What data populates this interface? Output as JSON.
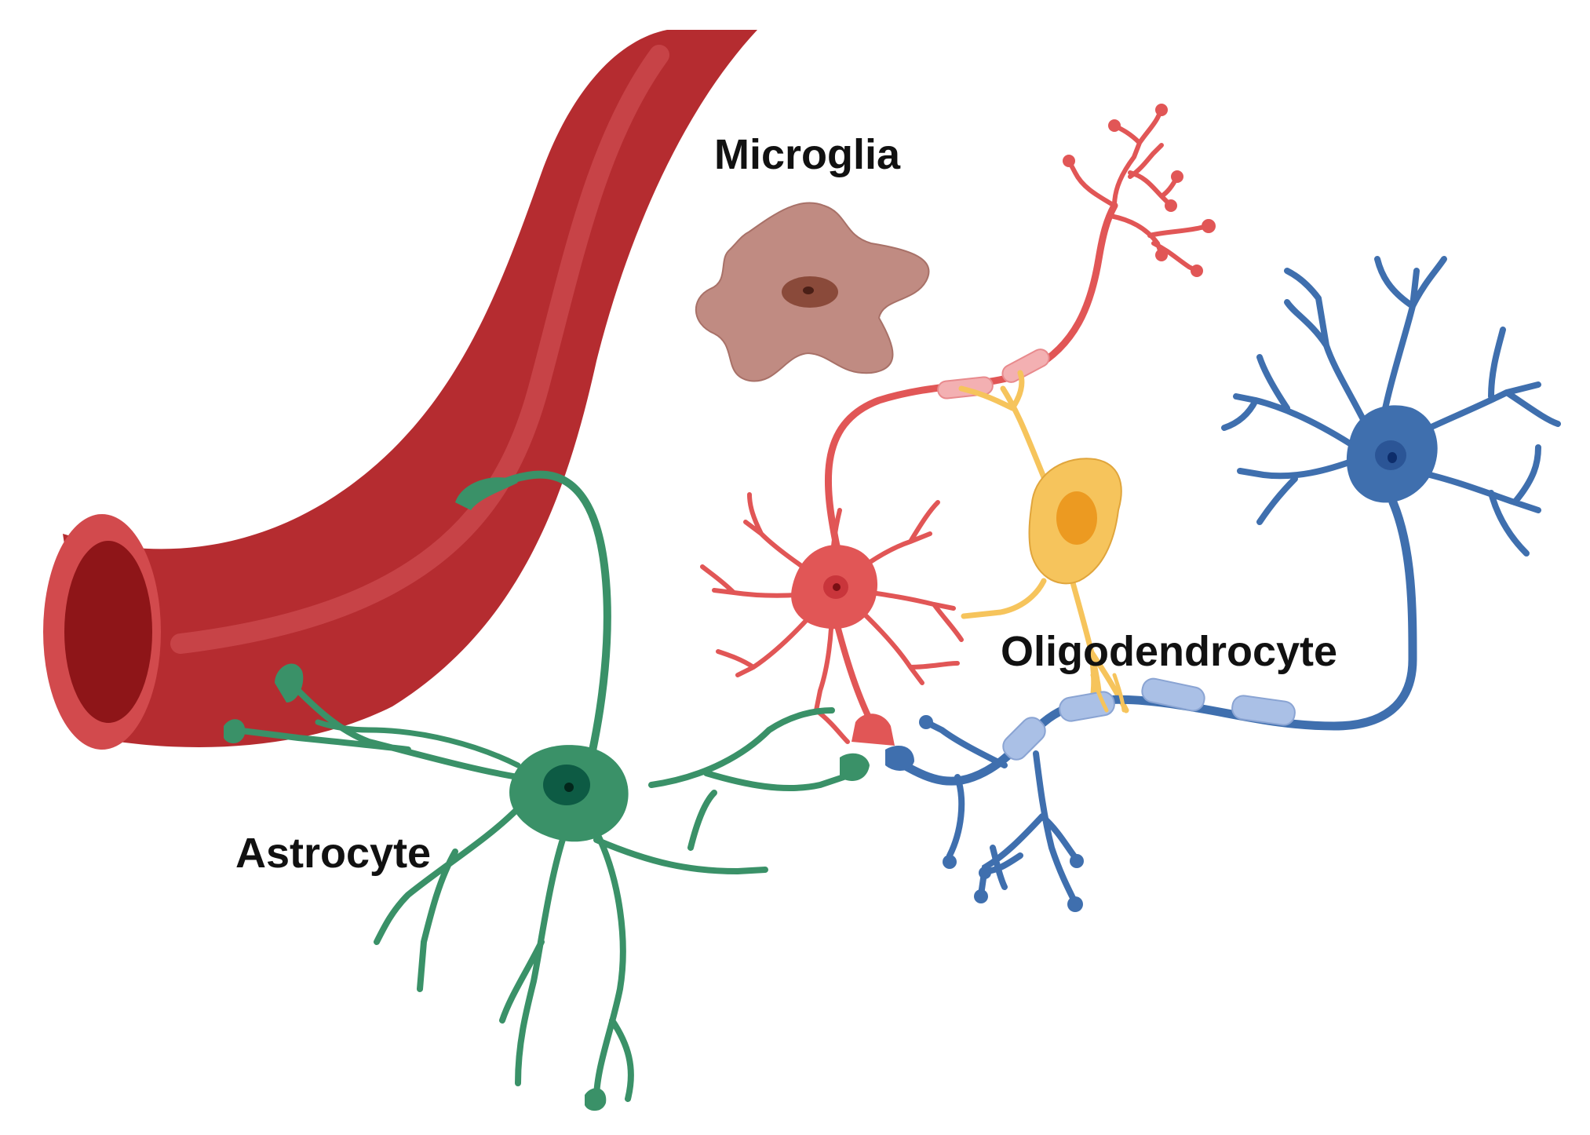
{
  "labels": {
    "microglia": "Microglia",
    "oligodendrocyte": "Oligodendrocyte",
    "astrocyte": "Astrocyte"
  },
  "colors": {
    "vessel": "#b52c30",
    "vessel_dark": "#8e1518",
    "vessel_rim": "#d24a4d",
    "microglia": "#c08b82",
    "microglia_nucleus": "#8a4a3a",
    "red_neuron": "#e15656",
    "oligodendrocyte": "#f6c45c",
    "oligodendrocyte_nucleus": "#ec9a21",
    "blue_neuron": "#3f6fae",
    "blue_neuron_nucleus": "#15408a",
    "astrocyte": "#3a9168",
    "astrocyte_nucleus": "#0d5b44",
    "myelin": "#aac0e6"
  }
}
